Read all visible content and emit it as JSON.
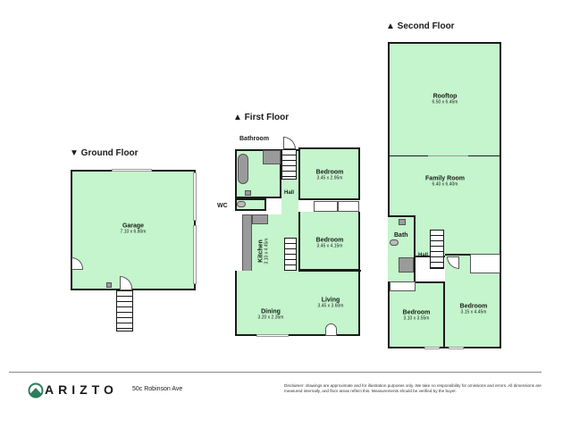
{
  "floors": {
    "ground": {
      "title": "▼ Ground Floor",
      "rooms": [
        {
          "name": "Garage",
          "dims": "7.10 x 6.80m"
        }
      ]
    },
    "first": {
      "title": "▲ First Floor",
      "rooms": [
        {
          "name": "Bathroom",
          "dims": ""
        },
        {
          "name": "WC",
          "dims": ""
        },
        {
          "name": "Hall",
          "dims": ""
        },
        {
          "name": "Bedroom",
          "dims": "3.45 x 2.95m"
        },
        {
          "name": "Bedroom",
          "dims": "3.45 x 4.15m"
        },
        {
          "name": "Kitchen",
          "dims": "3.10 x 4.45m"
        },
        {
          "name": "Living",
          "dims": "3.45 x 3.60m"
        },
        {
          "name": "Dining",
          "dims": "3.20 x 2.35m"
        }
      ]
    },
    "second": {
      "title": "▲ Second Floor",
      "rooms": [
        {
          "name": "Rooftop",
          "dims": "6.50 x 6.45m"
        },
        {
          "name": "Family Room",
          "dims": "6.40 x 6.40m"
        },
        {
          "name": "Bath",
          "dims": ""
        },
        {
          "name": "Hall",
          "dims": ""
        },
        {
          "name": "Bedroom",
          "dims": "3.10 x 3.55m"
        },
        {
          "name": "Bedroom",
          "dims": "3.15 x 4.45m"
        }
      ]
    }
  },
  "footer": {
    "brand": "ARIZTO",
    "address": "50c Robinson Ave",
    "disclaimer": "Disclaimer: drawings are approximate and for illustration purposes only. We take no responsibility for omissions and errors. All dimensions are measured internally, and floor areas reflect this. Measurements should be verified by the buyer."
  },
  "colors": {
    "room_fill": "#c4f5cc",
    "wall": "#1a1a1a",
    "fixture": "#9a9a9a",
    "logo": "#2e7d5b"
  }
}
